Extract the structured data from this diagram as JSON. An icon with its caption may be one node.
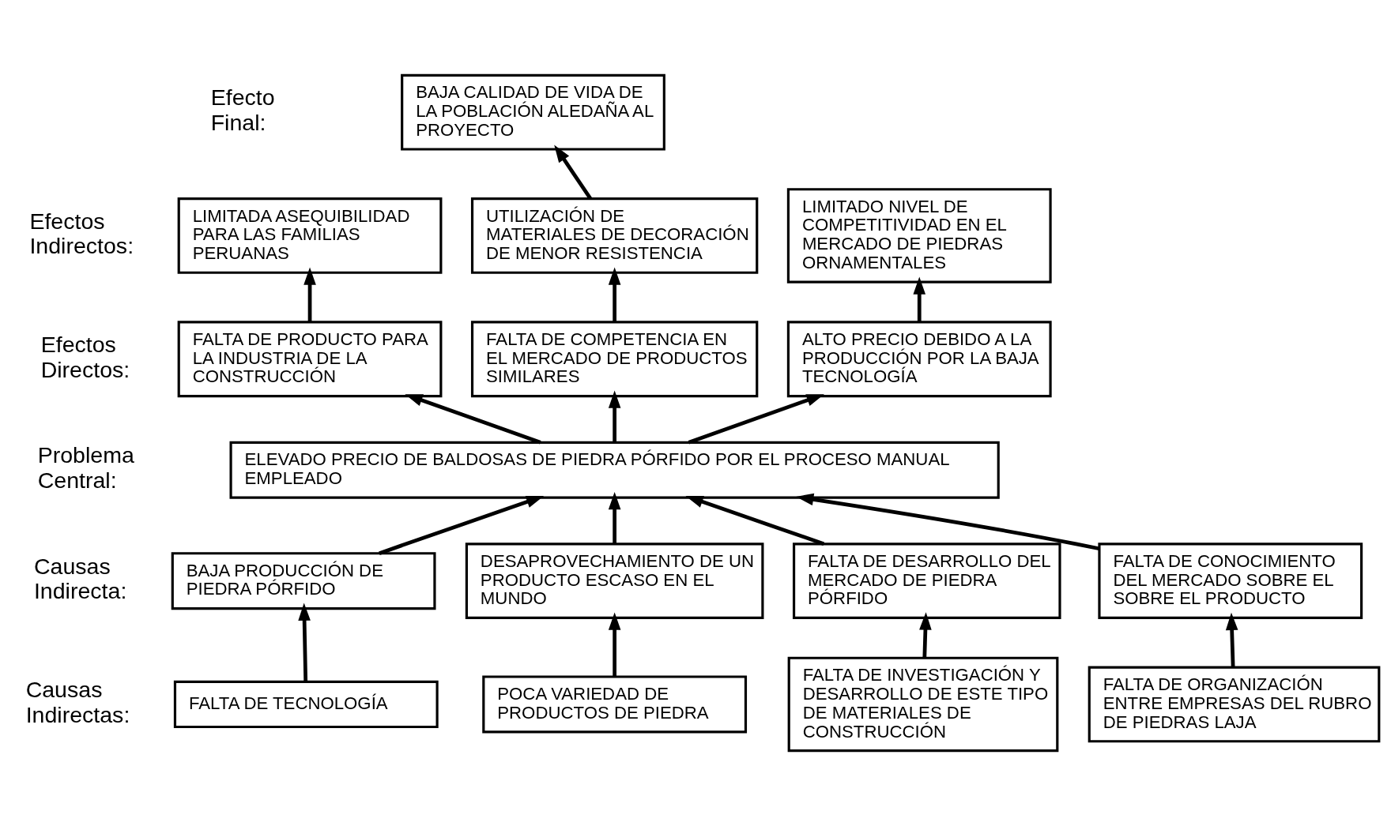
{
  "diagram": {
    "nodes": [
      {
        "text": [
          "BAJA CALIDAD DE VIDA DE LA POBLACIÓN ALEDAÑA AL PROYECTO"
        ]
      },
      {
        "text": [
          "LIMITADA ASEQUIBILIDAD PARA LAS FAMILIAS PERUANAS"
        ]
      },
      {
        "text": [
          "UTILIZACIÓN DE MATERIALES DE DECORACIÓN DE MENOR RESISTENCIA"
        ]
      },
      {
        "text": [
          "LIMITADO NIVEL DE COMPETITIVIDAD EN EL MERCADO DE PIEDRAS ORNAMENTALES"
        ]
      },
      {
        "text": [
          "FALTA DE PRODUCTO PARA LA INDUSTRIA DE LA CONSTRUCCIÓN"
        ]
      },
      {
        "text": [
          "FALTA DE COMPETENCIA EN EL MERCADO DE PRODUCTOS SIMILARES"
        ]
      },
      {
        "text": [
          "ALTO PRECIO DEBIDO A LA PRODUCCIÓN POR LA BAJA TECNOLOGÍA"
        ]
      },
      {
        "text": [
          "ELEVADO PRECIO DE BALDOSAS DE PIEDRA PÓRFIDO POR EL PROCESO MANUAL EMPLEADO"
        ]
      },
      {
        "text": [
          "BAJA PRODUCCIÓN DE PIEDRA PÓRFIDO"
        ]
      },
      {
        "text": [
          "DESAPROVECHAMIENTO DE UN PRODUCTO ESCASO EN EL MUNDO"
        ]
      },
      {
        "text": [
          "FALTA DE DESARROLLO DEL MERCADO DE PIEDRA PÓRFIDO"
        ]
      },
      {
        "text": [
          "FALTA DE CONOCIMIENTO DEL MERCADO SOBRE EL SOBRE EL PRODUCTO"
        ]
      },
      {
        "text": [
          "FALTA DE TECNOLOGÍA"
        ]
      },
      {
        "text": [
          "POCA VARIEDAD DE PRODUCTOS DE PIEDRA"
        ]
      },
      {
        "text": [
          "FALTA DE INVESTIGACIÓN Y DESARROLLO DE ESTE TIPO DE MATERIALES DE CONSTRUCCIÓN"
        ]
      },
      {
        "text": [
          "FALTA DE ORGANIZACIÓN ENTRE EMPRESAS DEL RUBRO DE PIEDRAS LAJA"
        ]
      }
    ],
    "edges": [
      {
        "from": 2,
        "to": 0,
        "arrow": "to"
      },
      {
        "from": 4,
        "to": 1,
        "arrow": "to"
      },
      {
        "from": 5,
        "to": 2,
        "arrow": "to"
      },
      {
        "from": 6,
        "to": 3,
        "arrow": "to"
      },
      {
        "from": 7,
        "to": 4,
        "arrow": "to"
      },
      {
        "from": 7,
        "to": 5,
        "arrow": "to"
      },
      {
        "from": 7,
        "to": 6,
        "arrow": "to"
      },
      {
        "from": 8,
        "to": 7,
        "arrow": "to"
      },
      {
        "from": 9,
        "to": 7,
        "arrow": "to"
      },
      {
        "from": 10,
        "to": 7,
        "arrow": "to"
      },
      {
        "from": 11,
        "to": 7,
        "arrow": "to"
      },
      {
        "from": 12,
        "to": 8,
        "arrow": "to"
      },
      {
        "from": 13,
        "to": 9,
        "arrow": "to"
      },
      {
        "from": 14,
        "to": 10,
        "arrow": "to"
      },
      {
        "from": 15,
        "to": 11,
        "arrow": "to"
      }
    ],
    "labels": [
      "Efecto Final:",
      "Efectos Indirectos:",
      "Efectos Directos:",
      "Problema Central:",
      "Causas Indirecta:",
      "Causas Indirectas:"
    ]
  }
}
